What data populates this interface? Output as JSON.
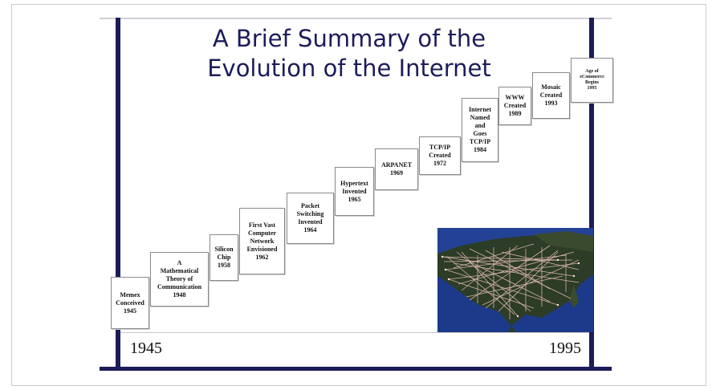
{
  "title": {
    "line1": "A Brief Summary of the",
    "line2": "Evolution of the Internet"
  },
  "timeline": {
    "start_year": "1945",
    "end_year": "1995"
  },
  "steps": [
    {
      "label": "Memex\nConceived\n1945"
    },
    {
      "label": "A\nMathematical\nTheory of\nCommunication\n1948"
    },
    {
      "label": "Silicon\nChip\n1958"
    },
    {
      "label": "First Vast\nComputer\nNetwork\nEnvisioned\n1962"
    },
    {
      "label": "Packet\nSwitching\nInvented\n1964"
    },
    {
      "label": "Hypertext\nInvented\n1965"
    },
    {
      "label": "ARPANET\n1969"
    },
    {
      "label": "TCP/IP\nCreated\n1972"
    },
    {
      "label": "Internet\nNamed\nand\nGoes\nTCP/IP\n1984"
    },
    {
      "label": "WWW\nCreated\n1989"
    },
    {
      "label": "Mosaic\nCreated\n1993"
    },
    {
      "label": "Age of\neCommerce\nBegins\n1995"
    }
  ],
  "colors": {
    "frame_navy": "#1c1c5a",
    "map_ocean": "#1d3a8a",
    "map_land": "#2c3c26",
    "network_lines": "#f2c6c0"
  },
  "map": {
    "icon": "us-network-map"
  }
}
